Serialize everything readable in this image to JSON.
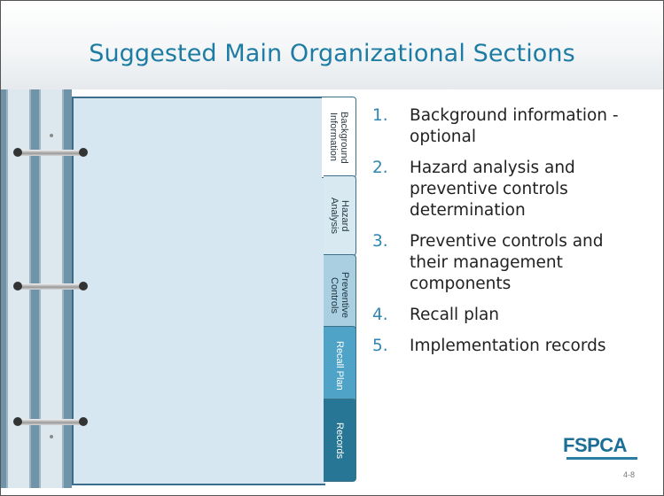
{
  "slide": {
    "title": "Suggested Main Organizational Sections",
    "page_number": "4-8"
  },
  "tabs": [
    {
      "label": "Background\nInformation"
    },
    {
      "label": "Hazard\nAnalysis"
    },
    {
      "label": "Preventive\nControls"
    },
    {
      "label": "Recall Plan"
    },
    {
      "label": "Records"
    }
  ],
  "list": [
    {
      "number": "1.",
      "text": "Background information - optional"
    },
    {
      "number": "2.",
      "text": "Hazard analysis and preventive controls determination"
    },
    {
      "number": "3.",
      "text": "Preventive controls and their management components"
    },
    {
      "number": "4.",
      "text": "Recall plan"
    },
    {
      "number": "5.",
      "text": "Implementation records"
    }
  ],
  "logo": {
    "text": "FSPCA"
  },
  "colors": {
    "title": "#1d7ca4",
    "numbers": "#2f86b0",
    "page": "#d6e7f2",
    "spine": "#6f93a8"
  }
}
